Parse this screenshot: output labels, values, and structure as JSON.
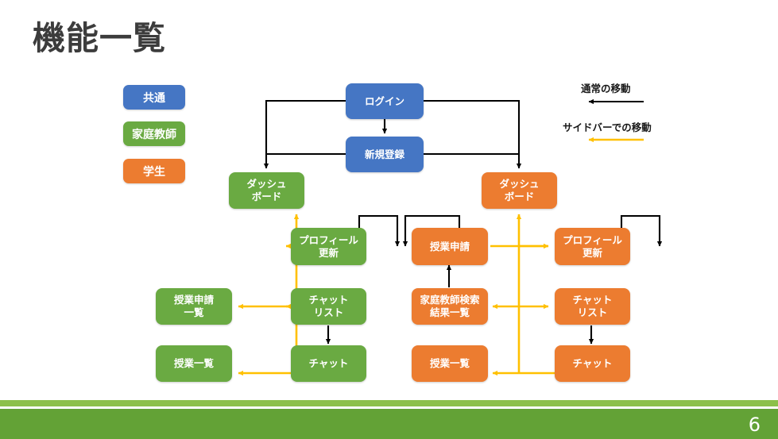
{
  "slide": {
    "title": "機能一覧",
    "page_number": "6",
    "colors": {
      "blue": "#4576c4",
      "green": "#6aaa42",
      "orange": "#ec7c30",
      "footer_light_green": "#8cc04a",
      "footer_green": "#63a236",
      "sidebar_arrow": "#ffc000",
      "normal_arrow": "#000000",
      "title_text": "#3c3c3c"
    }
  },
  "legend": {
    "role_chips": [
      {
        "label": "共通",
        "color": "#4576c4"
      },
      {
        "label": "家庭教師",
        "color": "#6aaa42"
      },
      {
        "label": "学生",
        "color": "#ec7c30"
      }
    ],
    "arrows": [
      {
        "label": "通常の移動",
        "color": "#000000"
      },
      {
        "label": "サイドバーでの移動",
        "color": "#ffc000"
      }
    ]
  },
  "flow": {
    "common": [
      {
        "id": "login",
        "label": "ログイン",
        "color": "blue"
      },
      {
        "id": "signup",
        "label": "新規登録",
        "color": "blue"
      }
    ],
    "tutor_column": [
      {
        "id": "t-dashboard",
        "label": "ダッシュ\nボード",
        "color": "green"
      },
      {
        "id": "t-profile",
        "label": "プロフィール\n更新",
        "color": "green"
      },
      {
        "id": "t-class-request-list",
        "label": "授業申請\n一覧",
        "color": "green"
      },
      {
        "id": "t-chat-list",
        "label": "チャット\nリスト",
        "color": "green"
      },
      {
        "id": "t-class-list",
        "label": "授業一覧",
        "color": "green"
      },
      {
        "id": "t-chat",
        "label": "チャット",
        "color": "green"
      }
    ],
    "student_column": [
      {
        "id": "s-dashboard",
        "label": "ダッシュ\nボード",
        "color": "orange"
      },
      {
        "id": "s-class-request",
        "label": "授業申請",
        "color": "orange"
      },
      {
        "id": "s-tutor-search-results",
        "label": "家庭教師検索\n結果一覧",
        "color": "orange"
      },
      {
        "id": "s-class-list",
        "label": "授業一覧",
        "color": "orange"
      },
      {
        "id": "s-profile",
        "label": "プロフィール\n更新",
        "color": "orange"
      },
      {
        "id": "s-chat-list",
        "label": "チャット\nリスト",
        "color": "orange"
      },
      {
        "id": "s-chat",
        "label": "チャット",
        "color": "orange"
      }
    ]
  }
}
